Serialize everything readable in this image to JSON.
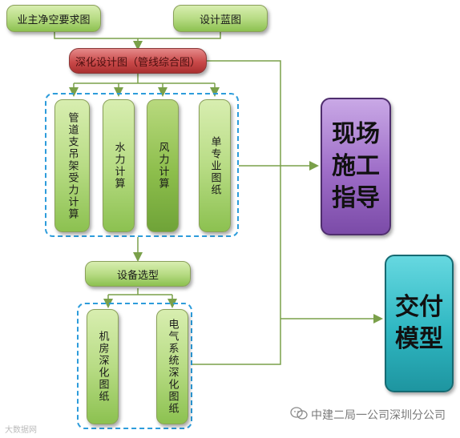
{
  "nodes": {
    "owner_req": "业主净空要求图",
    "design_blueprint": "设计蓝图",
    "deepen_design": "深化设计图（管线综合图）",
    "pipe_support": "管道支吊架受力计算",
    "hydraulic": "水力计算",
    "wind": "风力计算",
    "single_pro": "单专业图纸",
    "equip_select": "设备选型",
    "machine_room": "机房深化图纸",
    "electric_sys": "电气系统深化图纸",
    "site_guide": "现场施工指导",
    "deliver_model": "交付模型"
  },
  "footer": {
    "org": "中建二局一公司深圳分公司",
    "watermark": "大数据网"
  },
  "colors": {
    "green": "#b8dc85",
    "red": "#c94949",
    "purple": "#9d6cc7",
    "teal": "#2fb7c2",
    "dash_blue": "#2d9cdb"
  },
  "icons": {
    "footer_icon": "wechat-icon"
  }
}
